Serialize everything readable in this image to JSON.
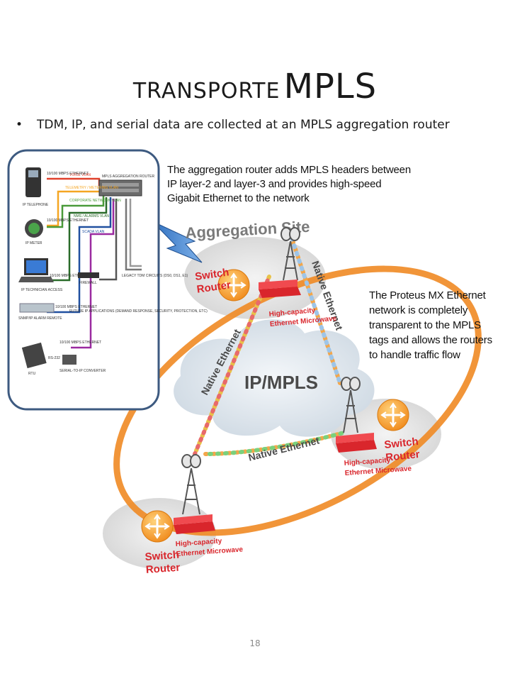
{
  "title": {
    "part1": "TRANSPORTE",
    "part2": "MPLS"
  },
  "bullet": {
    "text": "TDM, IP, and serial data are collected at an MPLS aggregation router"
  },
  "captions": {
    "aggregation": "The aggregation router adds MPLS headers between IP layer-2 and layer-3 and provides high-speed Gigabit Ethernet to the network",
    "proteus": "The Proteus MX Ethernet network is completely transparent to the MPLS tags and allows the routers to handle traffic flow"
  },
  "inset": {
    "devices": [
      "IP TELEPHONE",
      "IP METER",
      "IP TECHNICIAN ACCESS",
      "SNMP/IP ALARM REMOTE",
      "RTU",
      "SERIAL-TO-IP CONVERTER"
    ],
    "router": "MPLS AGGREGATION ROUTER",
    "vlans": [
      "VOICE VLAN",
      "TELEMETRY / METERING VLAN",
      "CORPORATE NETWORK VLAN",
      "NMS / ALARMS VLAN",
      "SCADA VLAN"
    ],
    "firewall": "FIREWALL",
    "legacy": "LEGACY TDM CIRCUITS (DS0, DS1, E1)",
    "future": "FUTURE IP APPLICATIONS (DEMAND RESPONSE, SECURITY, PROTECTION, ETC)",
    "link_labels": [
      "10/100 MBPS ETHERNET",
      "10/100 MBPS ETHERNET",
      "10/100 MBPS ETHERNET",
      "10/100 MBPS ETHERNET",
      "10/100 MBPS ETHERNET",
      "RS-232"
    ]
  },
  "network": {
    "aggregation_site": "Aggregation Site",
    "cloud": "IP/MPLS",
    "switch_router": [
      "Switch",
      "Router"
    ],
    "microwave": [
      "High-capacity",
      "Ethernet Microwave"
    ],
    "native_ethernet": "Native Ethernet"
  },
  "page_number": "18",
  "colors": {
    "ring": "#f08a24",
    "switch": "#f5a623",
    "radio": "#d9262c",
    "inset_border": "#3d5a80",
    "cloud": "#dde6ee"
  }
}
